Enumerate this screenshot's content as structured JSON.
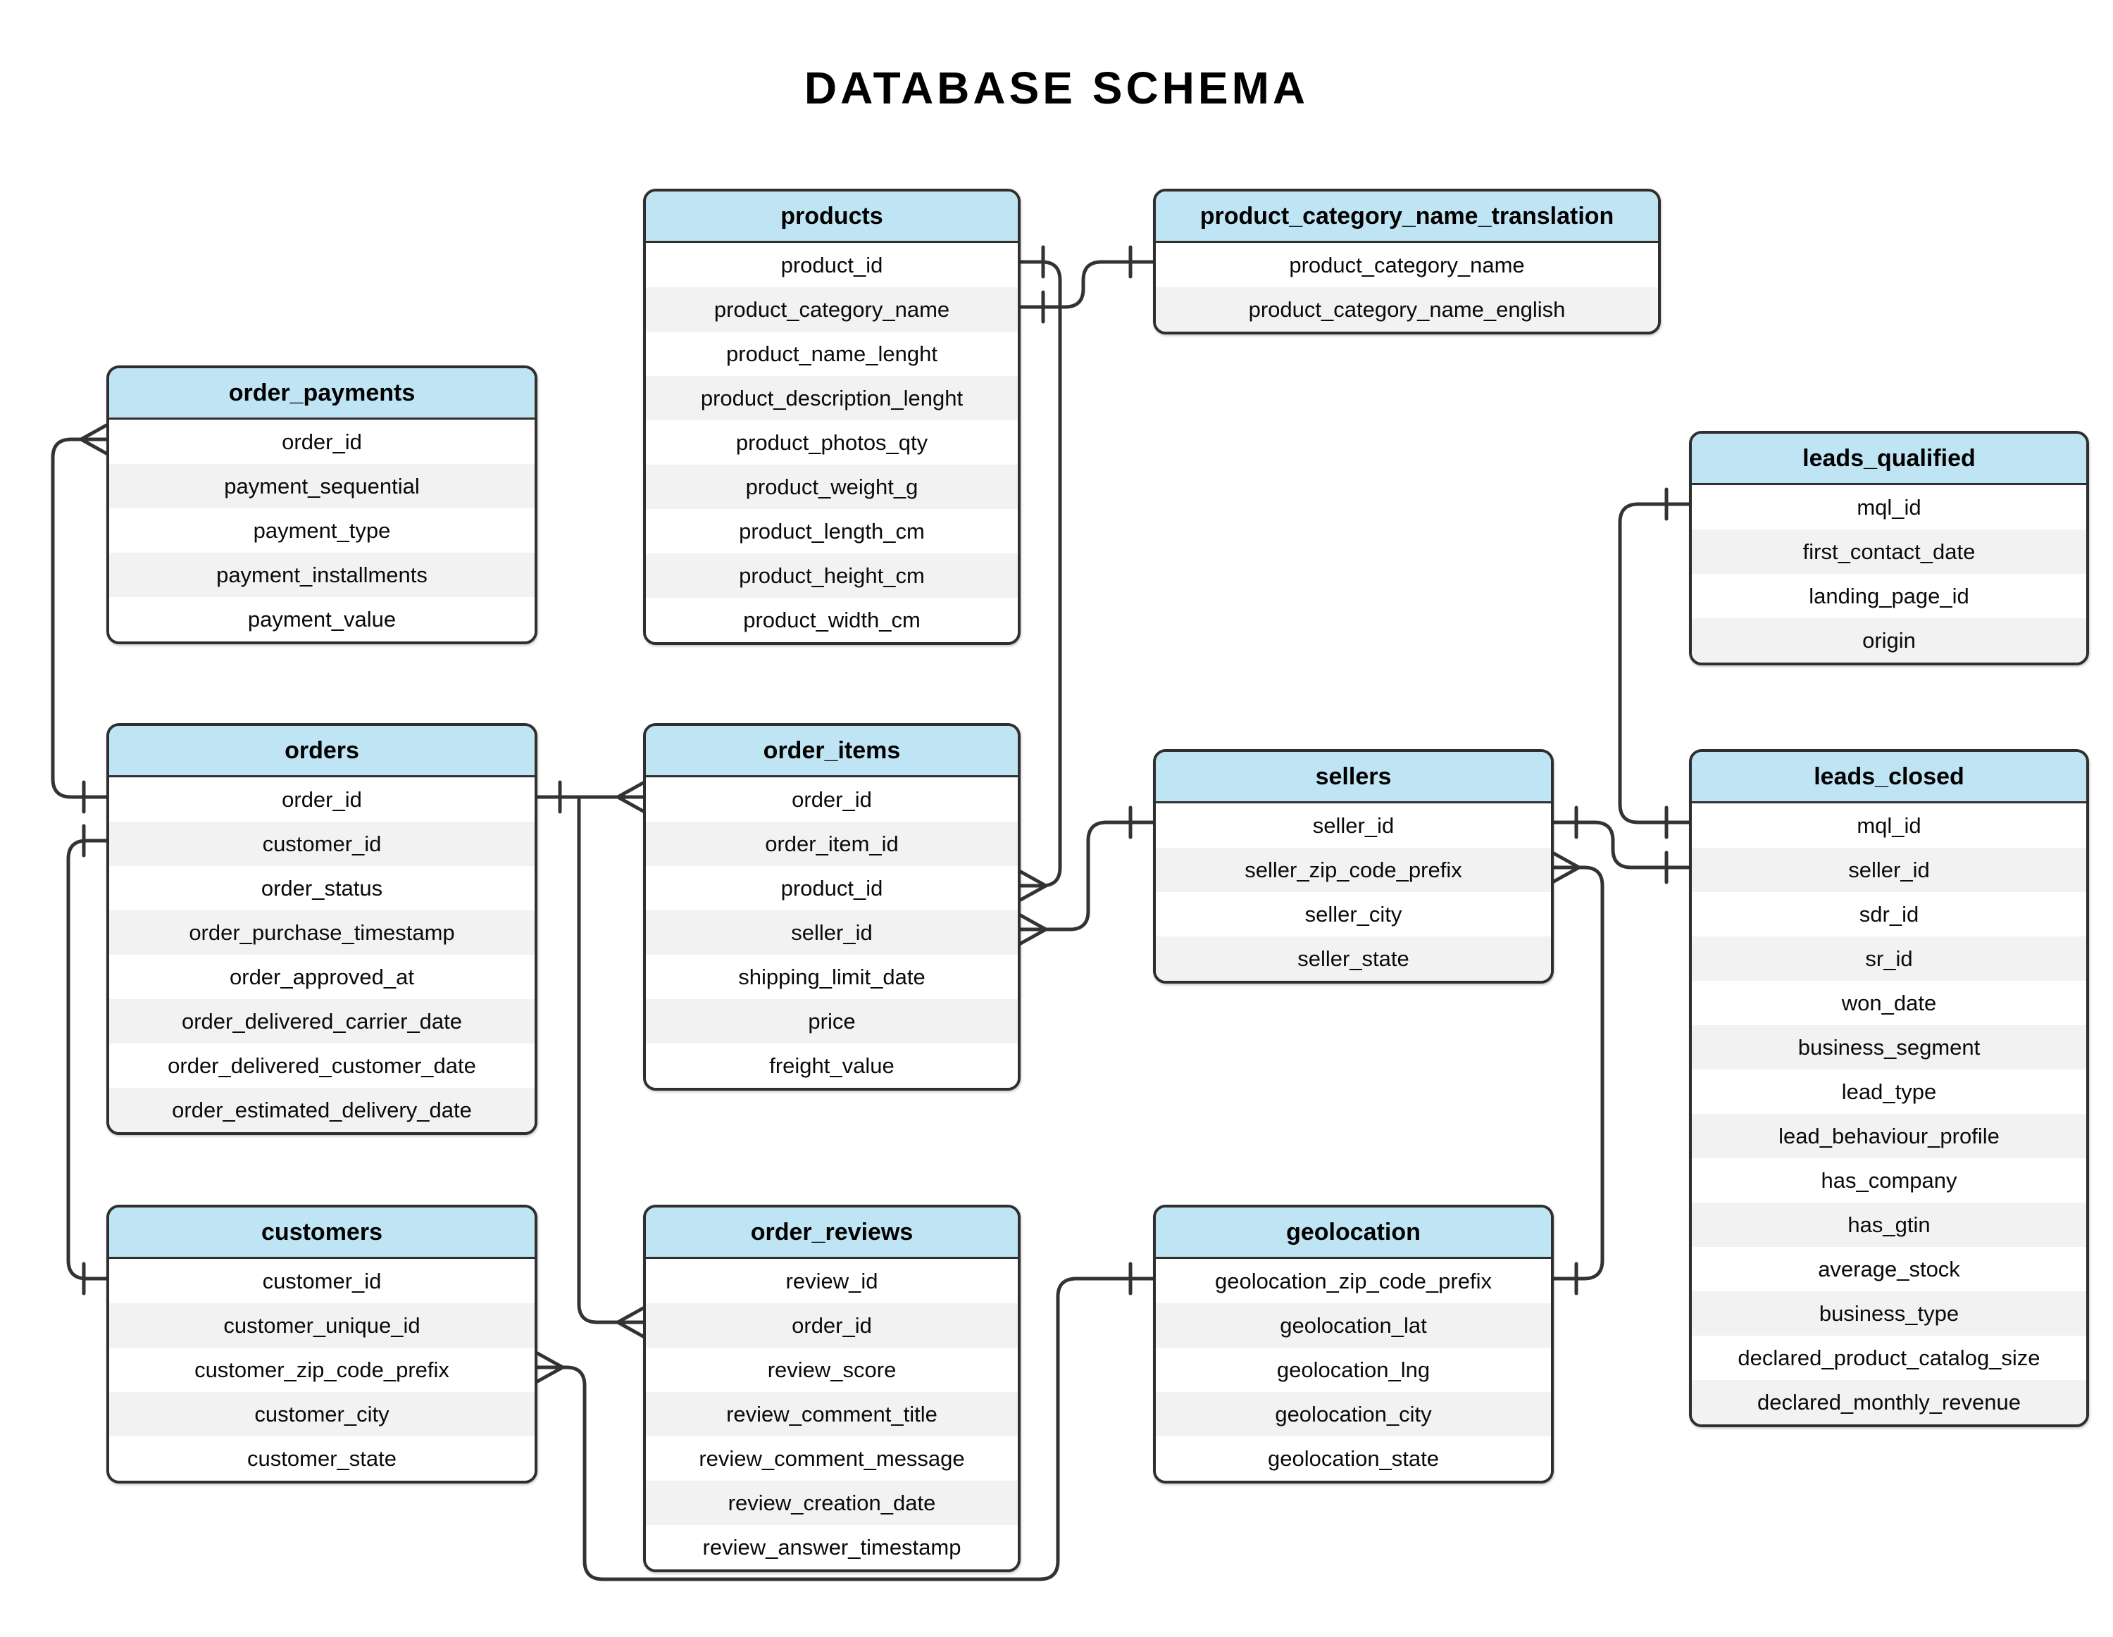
{
  "title": "DATABASE SCHEMA",
  "colors": {
    "header_fill": "#bfe4f4",
    "row_fill": "#ffffff",
    "row_alt_fill": "#f2f2f2",
    "table_border": "#2f2f2f",
    "connector": "#333333",
    "background": "#ffffff",
    "text": "#000000"
  },
  "tables": [
    {
      "id": "order_payments",
      "name": "order_payments",
      "fields": [
        "order_id",
        "payment_sequential",
        "payment_type",
        "payment_installments",
        "payment_value"
      ]
    },
    {
      "id": "products",
      "name": "products",
      "fields": [
        "product_id",
        "product_category_name",
        "product_name_lenght",
        "product_description_lenght",
        "product_photos_qty",
        "product_weight_g",
        "product_length_cm",
        "product_height_cm",
        "product_width_cm"
      ]
    },
    {
      "id": "product_category_name_translation",
      "name": "product_category_name_translation",
      "fields": [
        "product_category_name",
        "product_category_name_english"
      ]
    },
    {
      "id": "orders",
      "name": "orders",
      "fields": [
        "order_id",
        "customer_id",
        "order_status",
        "order_purchase_timestamp",
        "order_approved_at",
        "order_delivered_carrier_date",
        "order_delivered_customer_date",
        "order_estimated_delivery_date"
      ]
    },
    {
      "id": "order_items",
      "name": "order_items",
      "fields": [
        "order_id",
        "order_item_id",
        "product_id",
        "seller_id",
        "shipping_limit_date",
        "price",
        "freight_value"
      ]
    },
    {
      "id": "sellers",
      "name": "sellers",
      "fields": [
        "seller_id",
        "seller_zip_code_prefix",
        "seller_city",
        "seller_state"
      ]
    },
    {
      "id": "leads_qualified",
      "name": "leads_qualified",
      "fields": [
        "mql_id",
        "first_contact_date",
        "landing_page_id",
        "origin"
      ]
    },
    {
      "id": "leads_closed",
      "name": "leads_closed",
      "fields": [
        "mql_id",
        "seller_id",
        "sdr_id",
        "sr_id",
        "won_date",
        "business_segment",
        "lead_type",
        "lead_behaviour_profile",
        "has_company",
        "has_gtin",
        "average_stock",
        "business_type",
        "declared_product_catalog_size",
        "declared_monthly_revenue"
      ]
    },
    {
      "id": "customers",
      "name": "customers",
      "fields": [
        "customer_id",
        "customer_unique_id",
        "customer_zip_code_prefix",
        "customer_city",
        "customer_state"
      ]
    },
    {
      "id": "order_reviews",
      "name": "order_reviews",
      "fields": [
        "review_id",
        "order_id",
        "review_score",
        "review_comment_title",
        "review_comment_message",
        "review_creation_date",
        "review_answer_timestamp"
      ]
    },
    {
      "id": "geolocation",
      "name": "geolocation",
      "fields": [
        "geolocation_zip_code_prefix",
        "geolocation_lat",
        "geolocation_lng",
        "geolocation_city",
        "geolocation_state"
      ]
    }
  ],
  "relationships": [
    {
      "id": "r1",
      "from": "order_payments.order_id",
      "from_cardinality": "many",
      "to": "orders.order_id",
      "to_cardinality": "one"
    },
    {
      "id": "r2",
      "from": "orders.customer_id",
      "from_cardinality": "one",
      "to": "customers.customer_id",
      "to_cardinality": "one"
    },
    {
      "id": "r3",
      "from": "orders.order_id",
      "from_cardinality": "one",
      "to": "order_items.order_id",
      "to_cardinality": "many"
    },
    {
      "id": "r4",
      "from": "orders.order_id",
      "from_cardinality": "none",
      "to": "order_reviews.order_id",
      "to_cardinality": "many"
    },
    {
      "id": "r5",
      "from": "products.product_id",
      "from_cardinality": "one",
      "to": "order_items.product_id",
      "to_cardinality": "many"
    },
    {
      "id": "r6",
      "from": "products.product_category_name",
      "from_cardinality": "one",
      "to": "product_category_name_translation.product_category_name",
      "to_cardinality": "one"
    },
    {
      "id": "r7",
      "from": "order_items.seller_id",
      "from_cardinality": "many",
      "to": "sellers.seller_id",
      "to_cardinality": "one"
    },
    {
      "id": "r8",
      "from": "sellers.seller_id",
      "from_cardinality": "one",
      "to": "leads_closed.seller_id",
      "to_cardinality": "one"
    },
    {
      "id": "r9",
      "from": "leads_qualified.mql_id",
      "from_cardinality": "one",
      "to": "leads_closed.mql_id",
      "to_cardinality": "one"
    },
    {
      "id": "r10",
      "from": "sellers.seller_zip_code_prefix",
      "from_cardinality": "many",
      "to": "geolocation.geolocation_zip_code_prefix",
      "to_cardinality": "one"
    },
    {
      "id": "r11",
      "from": "customers.customer_zip_code_prefix",
      "from_cardinality": "many",
      "to": "geolocation.geolocation_zip_code_prefix",
      "to_cardinality": "one"
    }
  ]
}
